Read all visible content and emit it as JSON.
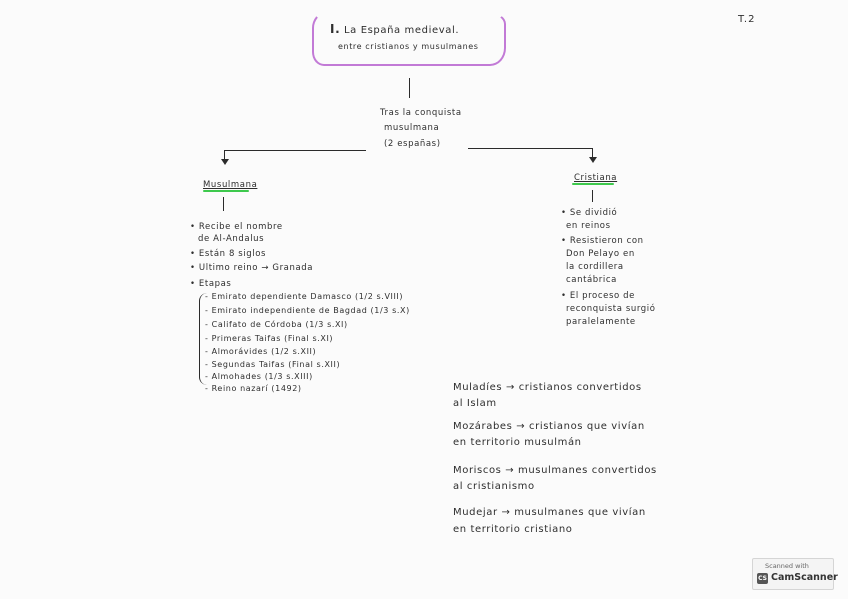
{
  "header": {
    "title_number": "I.",
    "title_line1": "La España medieval.",
    "title_line2": "entre cristianos y musulmanes",
    "tema": "T.2"
  },
  "center": {
    "lines": [
      "Tras la conquista",
      "musulmana",
      "(2 españas)"
    ]
  },
  "left_branch": {
    "heading": "Musulmana",
    "bullets": [
      "• Recibe el nombre",
      "de Al-Andalus",
      "• Están 8 siglos",
      "• Ultimo reino → Granada",
      "• Etapas"
    ],
    "etapas": [
      "- Emirato dependiente Damasco (1/2 s.VIII)",
      "- Emirato independiente de Bagdad (1/3 s.X)",
      "- Califato de Córdoba (1/3 s.XI)",
      "- Primeras Taifas (Final s.XI)",
      "- Almorávides (1/2 s.XII)",
      "- Segundas Taifas (Final s.XII)",
      "- Almohades (1/3 s.XIII)",
      "- Reino nazarí (1492)"
    ]
  },
  "right_branch": {
    "heading": "Cristiana",
    "bullets": [
      "• Se dividió",
      "en reinos",
      "• Resistieron con",
      "Don Pelayo en",
      "la cordillera",
      "cantábrica",
      "• El proceso de",
      "reconquista surgió",
      "paralelamente"
    ]
  },
  "definitions": [
    {
      "line1": "Muladíes → cristianos convertidos",
      "line2": "al Islam"
    },
    {
      "line1": "Mozárabes → cristianos que vivían",
      "line2": "en territorio musulmán"
    },
    {
      "line1": "Moriscos → musulmanes convertidos",
      "line2": "al cristianismo"
    },
    {
      "line1": "Mudejar → musulmanes que vivían",
      "line2": "en territorio cristiano"
    }
  ],
  "badge": {
    "top": "Scanned with",
    "logo": "CS",
    "name": "CamScanner"
  },
  "colors": {
    "title_box": "#c27ad6",
    "heading_underline": "#3ec94d",
    "ink": "#2b2b2b"
  }
}
